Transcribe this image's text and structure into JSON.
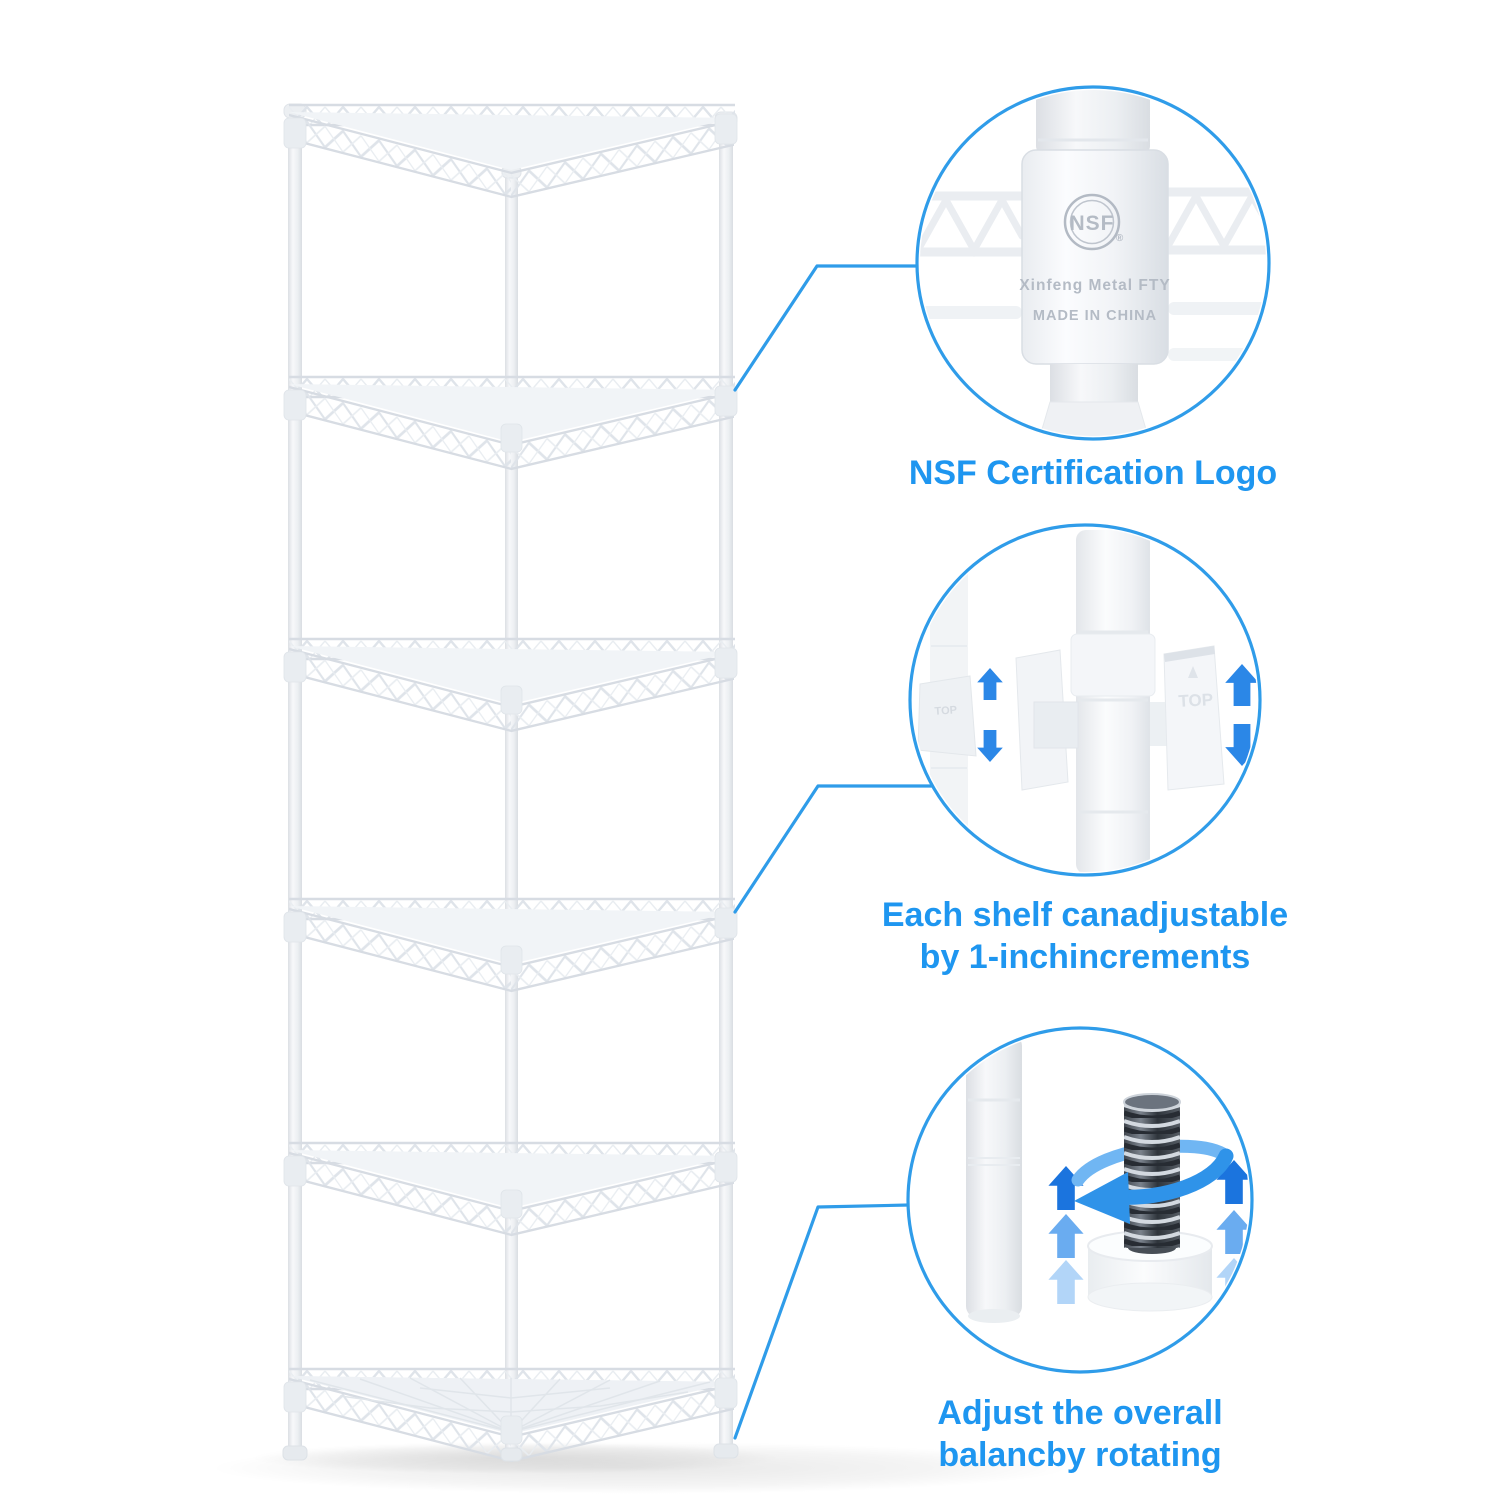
{
  "product": {
    "shelf_count": 6,
    "finish": "white"
  },
  "callouts": [
    {
      "caption": "NSF Certification Logo",
      "engraving": {
        "logo": "NSF",
        "registered": "®",
        "line1": "Xinfeng Metal FTY",
        "line2": "MADE IN CHINA"
      }
    },
    {
      "caption_line1": "Each shelf canadjustable",
      "caption_line2": "by 1-inchincrements",
      "clip_labels": {
        "left": "TOP",
        "right": "TOP"
      }
    },
    {
      "caption_line1": "Adjust the overall",
      "caption_line2": "balancby rotating"
    }
  ],
  "colors": {
    "accent_text": "#1e96f0",
    "callout_line": "#2f9ce9",
    "arrow_blue": "#2b87e7",
    "shelf_metal": "#eceff2"
  }
}
